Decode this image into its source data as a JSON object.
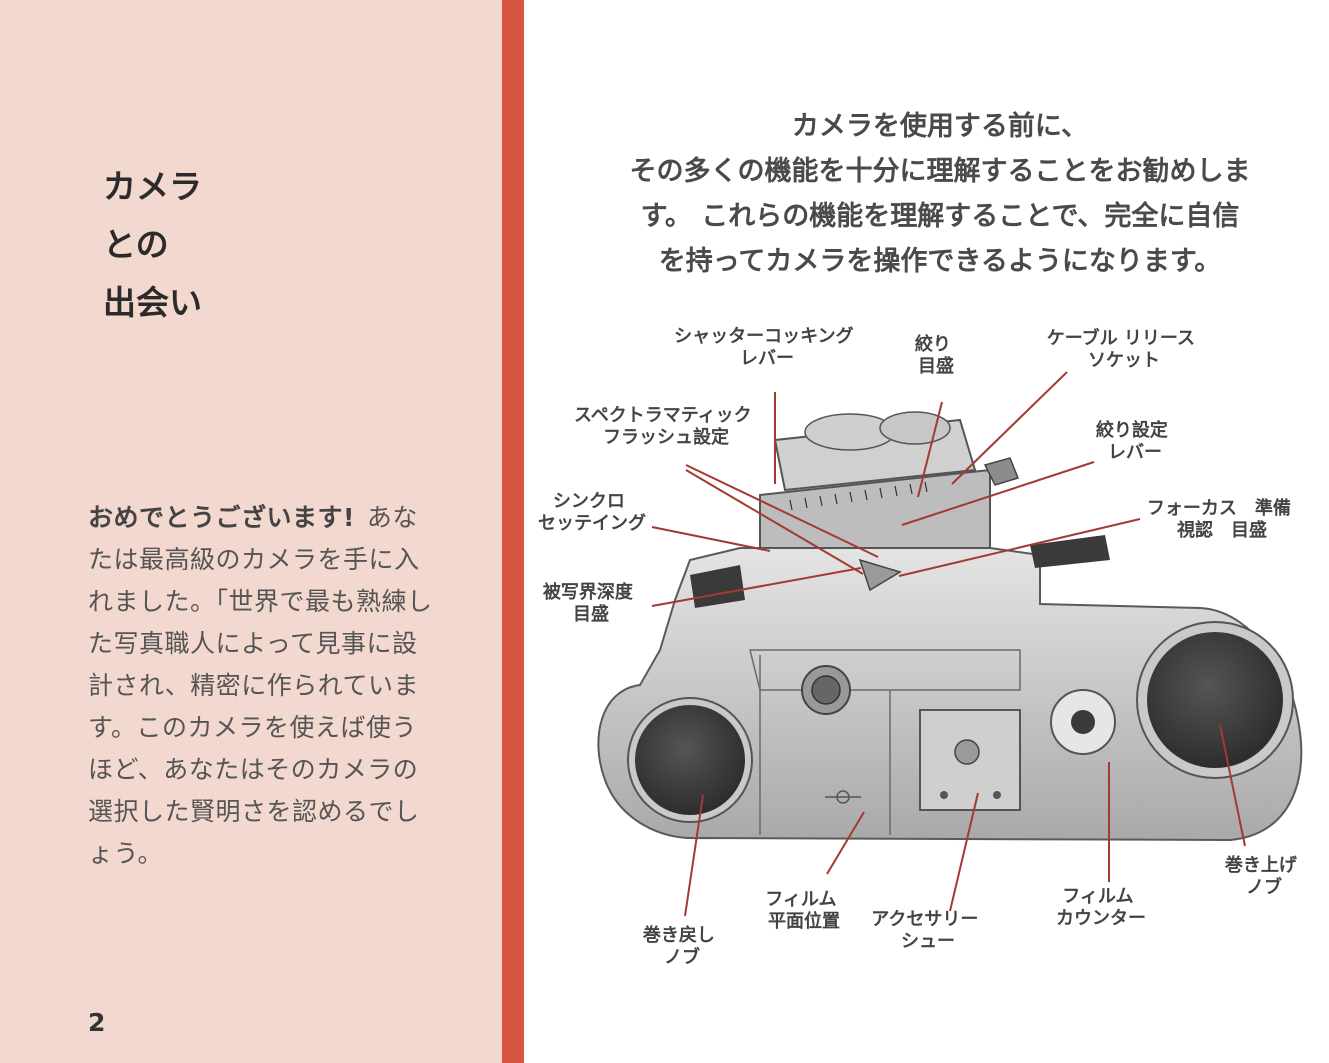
{
  "sidebar": {
    "title_lines": [
      "カメラ",
      "との",
      "出会い"
    ],
    "intro_bold": "おめでとうございます!",
    "intro_text": "あなたは最高級のカメラを手に入れました。「世界で最も熟練した写真職人によって見事に設計され、精密に作られています。このカメラを使えば使うほど、あなたはそのカメラの選択した賢明さを認めるでしょう。",
    "page_number": "2"
  },
  "main": {
    "heading_lines": [
      "カメラを使用する前に、",
      "その多くの機能を十分に理解することをお勧めしま",
      "す。 これらの機能を理解することで、完全に自信",
      "を持ってカメラを操作できるようになります。"
    ]
  },
  "labels": {
    "shutter_cocking": [
      "シャッターコッキング",
      "レバー"
    ],
    "aperture_scale": [
      "絞り",
      "目盛"
    ],
    "cable_release": [
      "ケーブル リリース",
      "ソケット"
    ],
    "spectramatic": [
      "スペクトラマティック",
      "フラッシュ設定"
    ],
    "aperture_lever": [
      "絞り設定",
      "レバー"
    ],
    "synchro": [
      "シンクロ",
      "セッテイング"
    ],
    "focus_scale": [
      "フォーカス　準備",
      "視認　目盛"
    ],
    "dof_scale": [
      "被写界深度",
      "目盛"
    ],
    "film_plane": [
      "フィルム",
      "平面位置"
    ],
    "accessory_shoe": [
      "アクセサリー",
      "シュー"
    ],
    "film_counter": [
      "フィルム",
      "カウンター"
    ],
    "rewind_knob": [
      "巻き戻し",
      "ノブ"
    ],
    "wind_knob": [
      "巻き上げ",
      "ノブ"
    ]
  },
  "colors": {
    "left_panel": "#f2d8ce",
    "accent_stripe": "#d65543",
    "leader_lines": "#a33a30"
  }
}
